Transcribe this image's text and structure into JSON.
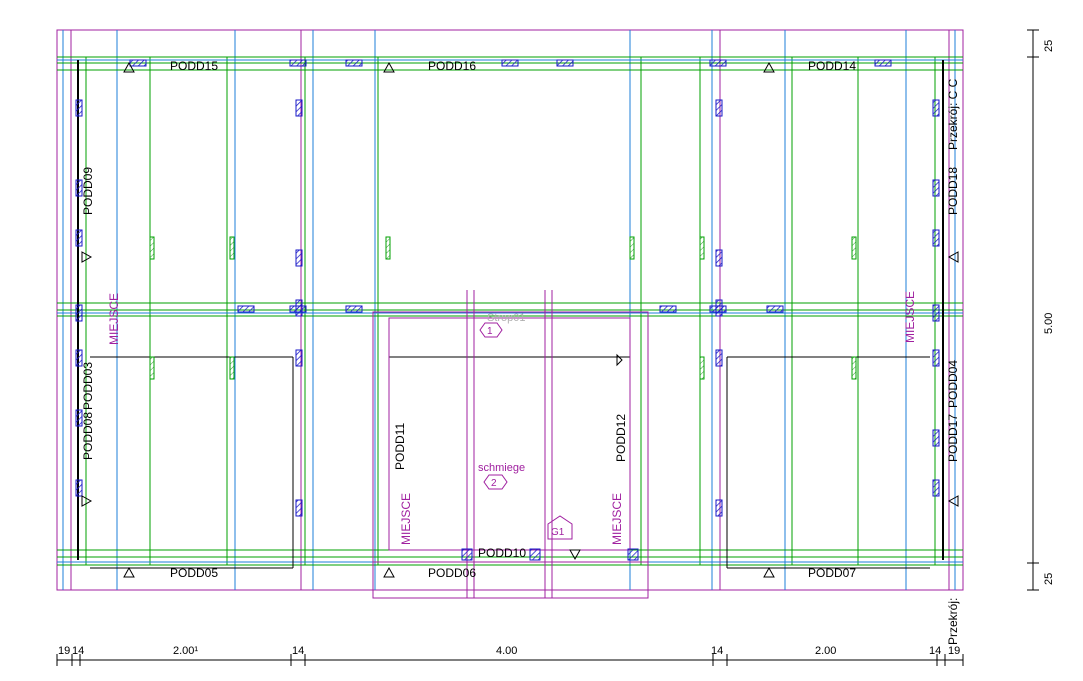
{
  "drawing": {
    "beams": {
      "podd15": "PODD15",
      "podd16": "PODD16",
      "podd14": "PODD14",
      "podd05": "PODD05",
      "podd06": "PODD06",
      "podd07": "PODD07",
      "podd10": "PODD10",
      "podd11": "PODD11",
      "podd12": "PODD12",
      "podd09": "PODD09",
      "podd03": "PODD03",
      "podd08": "PODD08",
      "podd18": "PODD18",
      "podd04": "PODD04",
      "podd17": "PODD17"
    },
    "places": {
      "left": "MIEJSCE",
      "right": "MIEJSCE",
      "center_left": "MIEJSCE",
      "center_right": "MIEJSCE"
    },
    "strop": "Strop01",
    "schmiege": "schmiege",
    "markers": {
      "m1": "1",
      "m2": "2",
      "g1": "G1"
    },
    "section_top": "Przekrój: C C",
    "section_bottom": "Przekrój:"
  },
  "dimensions": {
    "bottom": [
      "19",
      "14",
      "2.00¹",
      "14",
      "4.00",
      "14",
      "2.00",
      "14",
      "19"
    ],
    "right": [
      "25",
      "5.00",
      "25"
    ]
  },
  "colors": {
    "outline": "#a020a0",
    "axis": "#1e7fd8",
    "wall": "#00a000",
    "hatch": "#1a1ac8"
  }
}
